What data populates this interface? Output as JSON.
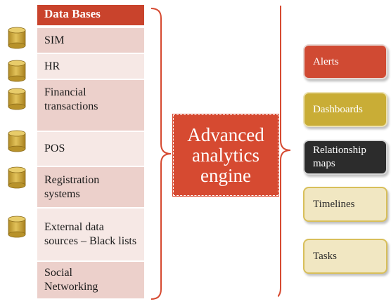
{
  "databases": {
    "header": "Data Bases",
    "items": [
      {
        "label": "SIM"
      },
      {
        "label": "HR"
      },
      {
        "label": "Financial transactions"
      },
      {
        "label": "POS"
      },
      {
        "label": "Registration systems"
      },
      {
        "label": "External data sources – Black lists"
      },
      {
        "label": "Social Networking"
      }
    ]
  },
  "engine": {
    "label": "Advanced analytics engine"
  },
  "outputs": [
    {
      "label": "Alerts"
    },
    {
      "label": "Dashboards"
    },
    {
      "label": "Relationship maps"
    },
    {
      "label": "Timelines"
    },
    {
      "label": "Tasks"
    }
  ],
  "colors": {
    "header_red": "#c9432c",
    "engine_red": "#d64a31",
    "row_shade": "#ecd0cb",
    "row_light": "#f6e8e5",
    "cylinder_gold": "#c9a233",
    "bracket_red": "#d64a31"
  },
  "icons": [
    "database-cylinder-icon"
  ]
}
